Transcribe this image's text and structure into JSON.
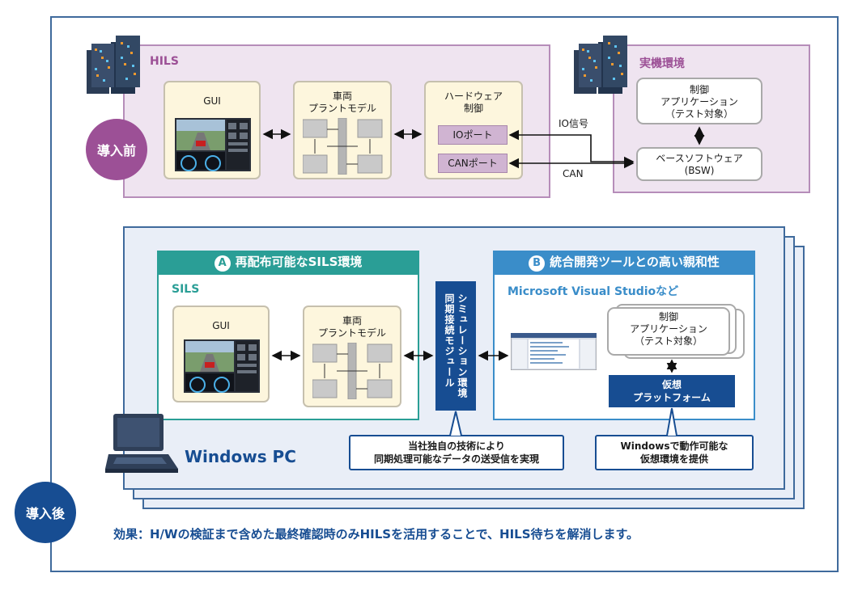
{
  "before_label": "導入前",
  "after_label": "導入後",
  "hils": {
    "title": "HILS",
    "gui_label": "GUI",
    "plant_label": "車両\nプラントモデル",
    "hw_label": "ハードウェア\n制御",
    "io_port": "IOポート",
    "can_port": "CANポート"
  },
  "signals": {
    "io": "IO信号",
    "can": "CAN"
  },
  "real_env": {
    "title": "実機環境",
    "app_label": "制御\nアプリケーション\n（テスト対象）",
    "bsw_label": "ベースソフトウェア\n(BSW)"
  },
  "section_a": {
    "badge": "A",
    "title": "再配布可能なSILS環境",
    "subtitle": "SILS",
    "gui_label": "GUI",
    "plant_label": "車両\nプラントモデル"
  },
  "section_b": {
    "badge": "B",
    "title": "統合開発ツールとの高い親和性",
    "subtitle": "Microsoft Visual Studioなど",
    "app_label": "制御\nアプリケーション\n（テスト対象）",
    "platform_label": "仮想\nプラットフォーム"
  },
  "sync_module": "シミュレーション環境\n同期接続モジュール",
  "callout_left": "当社独自の技術により\n同期処理可能なデータの送受信を実現",
  "callout_right": "Windowsで動作可能な\n仮想環境を提供",
  "windows_pc": "Windows PC",
  "effect": "効果：H/Wの検証まで含めた最終確認時のみHILSを活用することで、HILS待ちを解消します。",
  "colors": {
    "navy": "#174d92",
    "purple": "#9c5096",
    "teal": "#2a9e96",
    "blue": "#3a8dc9",
    "border": "#3f6a9c"
  }
}
